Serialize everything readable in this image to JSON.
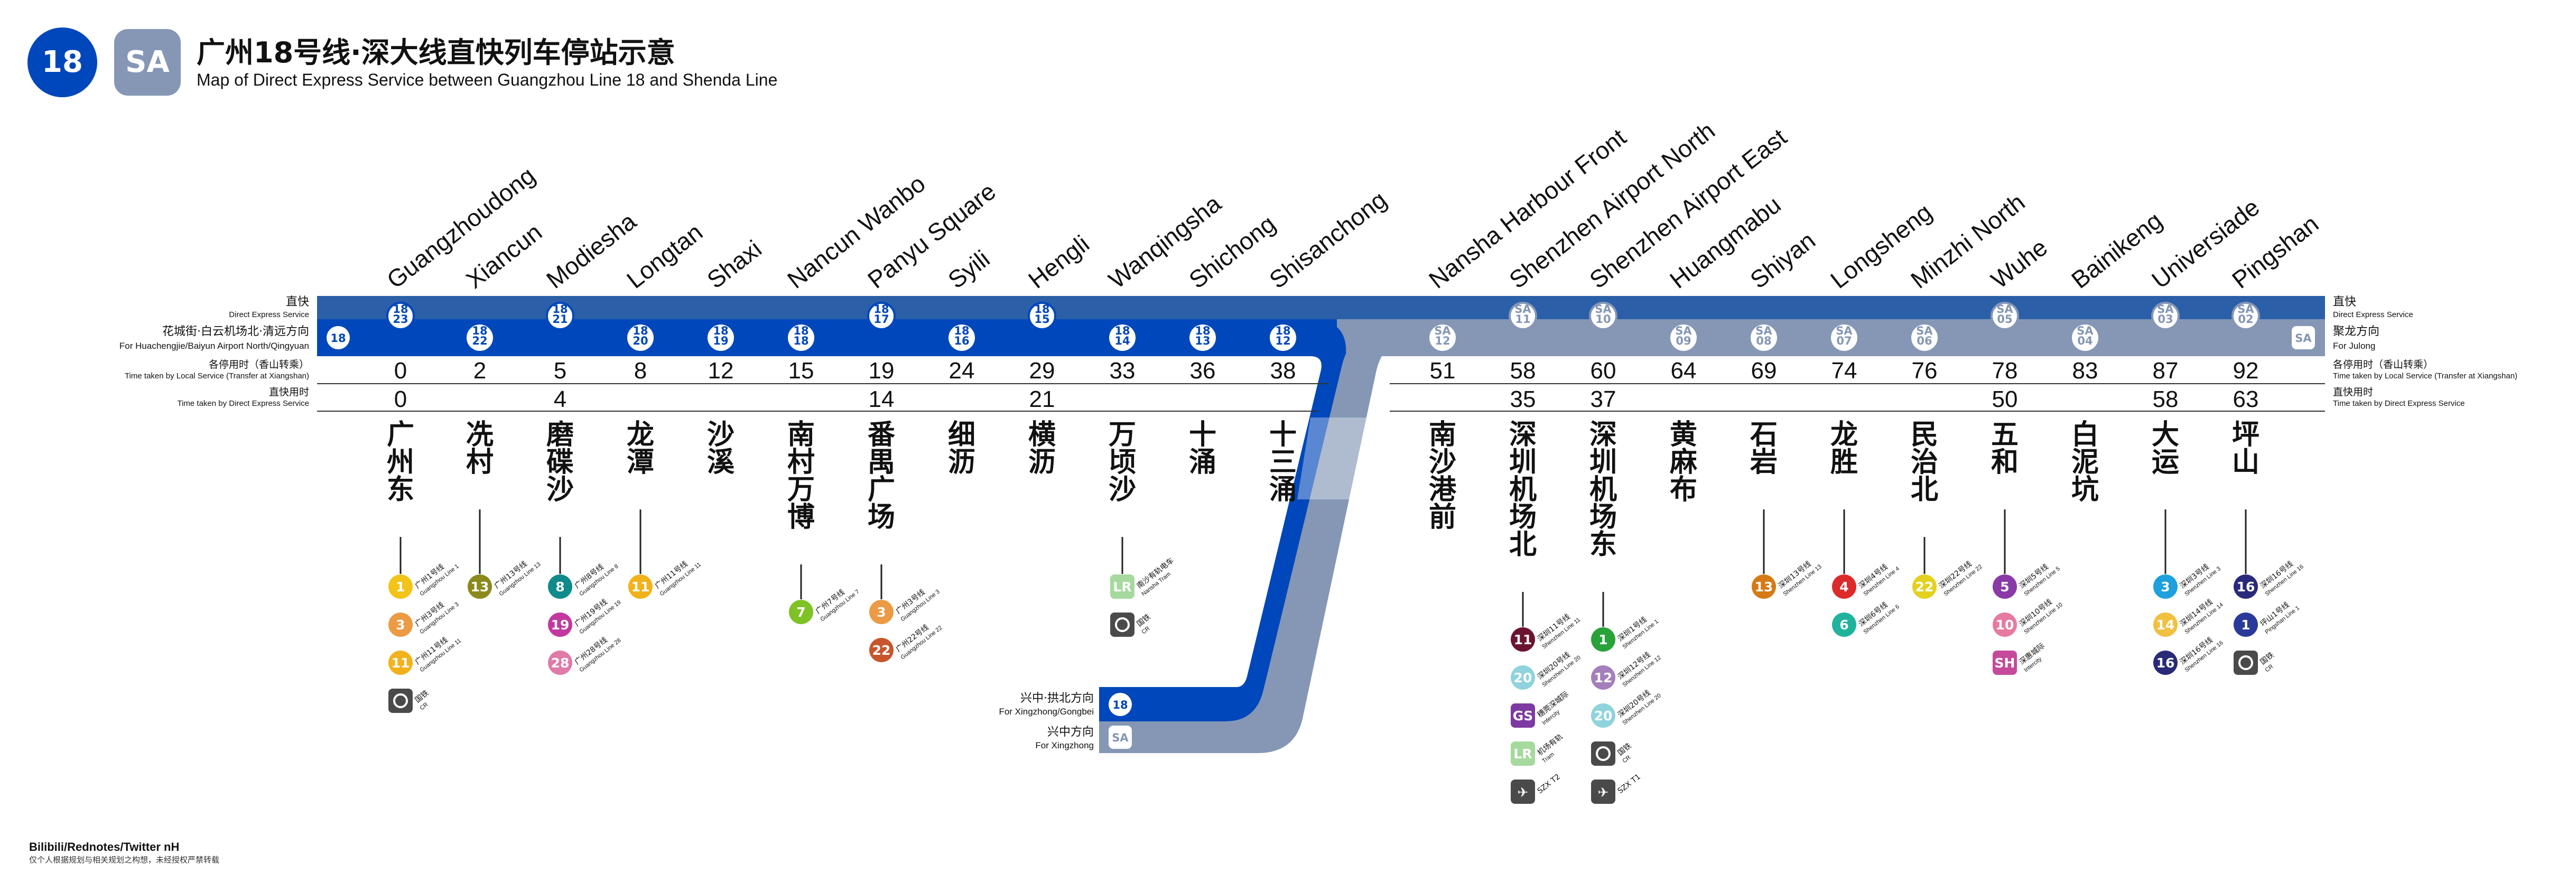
{
  "header": {
    "badge_18": "18",
    "badge_sa": "SA",
    "title": "广州18号线·深大线直快列车停站示意",
    "subtitle": "Map of Direct Express Service between Guangzhou Line 18 and Shenda Line"
  },
  "colors": {
    "line18": "#0047bb",
    "lineSA": "#8597b5",
    "express_band": "#2b5fa8"
  },
  "left_labels": {
    "express_cn": "直快",
    "express_en": "Direct Express Service",
    "dir_cn": "花城街·白云机场北·清远方向",
    "dir_en": "For Huachengjie/Baiyun Airport North/Qingyuan",
    "local_time_cn": "各停用时（香山转乘）",
    "local_time_en": "Time taken by Local Service (Transfer at Xiangshan)",
    "express_time_cn": "直快用时",
    "express_time_en": "Time taken by Direct Express Service"
  },
  "right_labels": {
    "express_cn": "直快",
    "express_en": "Direct Express Service",
    "dir_cn": "聚龙方向",
    "dir_en": "For Julong",
    "local_time_cn": "各停用时（香山转乘）",
    "local_time_en": "Time taken by Local Service (Transfer at Xiangshan)",
    "express_time_cn": "直快用时",
    "express_time_en": "Time taken by Direct Express Service"
  },
  "branch_labels": {
    "top_cn": "兴中·拱北方向",
    "top_en": "For Xingzhong/Gongbei",
    "bottom_cn": "兴中方向",
    "bottom_en": "For Xingzhong",
    "badge_18": "18",
    "badge_sa": "SA"
  },
  "stations": [
    {
      "en": "Guangzhoudong",
      "cn": "广州东",
      "line": "18",
      "code": "23",
      "local": "0",
      "express": "0",
      "stop": true,
      "transfers": [
        {
          "label": "1",
          "color": "#f2c419",
          "cn": "广州1号线",
          "en": "Guangzhou Line 1"
        },
        {
          "label": "3",
          "color": "#ec9a44",
          "cn": "广州3号线",
          "en": "Guangzhou Line 3"
        },
        {
          "label": "11",
          "color": "#f2b21c",
          "cn": "广州11号线",
          "en": "Guangzhou Line 11"
        },
        {
          "label": "rail-icon",
          "color": "#4a4a4a",
          "cn": "国铁",
          "en": "CR"
        }
      ]
    },
    {
      "en": "Xiancun",
      "cn": "冼村",
      "line": "18",
      "code": "22",
      "local": "2",
      "express": "",
      "stop": false,
      "transfers": [
        {
          "label": "13",
          "color": "#8a8a1e",
          "cn": "广州13号线",
          "en": "Guangzhou Line 13"
        }
      ]
    },
    {
      "en": "Modiesha",
      "cn": "磨碟沙",
      "line": "18",
      "code": "21",
      "local": "5",
      "express": "4",
      "stop": true,
      "transfers": [
        {
          "label": "8",
          "color": "#108a8a",
          "cn": "广州8号线",
          "en": "Guangzhou Line 8"
        },
        {
          "label": "19",
          "color": "#c3389e",
          "cn": "广州19号线",
          "en": "Guangzhou Line 19"
        },
        {
          "label": "28",
          "color": "#e07aa8",
          "cn": "广州28号线",
          "en": "Guangzhou Line 28"
        }
      ]
    },
    {
      "en": "Longtan",
      "cn": "龙潭",
      "line": "18",
      "code": "20",
      "local": "8",
      "express": "",
      "stop": false,
      "transfers": [
        {
          "label": "11",
          "color": "#f2b21c",
          "cn": "广州11号线",
          "en": "Guangzhou Line 11"
        }
      ]
    },
    {
      "en": "Shaxi",
      "cn": "沙溪",
      "line": "18",
      "code": "19",
      "local": "12",
      "express": "",
      "stop": false,
      "transfers": []
    },
    {
      "en": "Nancun Wanbo",
      "cn": "南村万博",
      "line": "18",
      "code": "18",
      "local": "15",
      "express": "",
      "stop": false,
      "transfers": [
        {
          "label": "7",
          "color": "#7ec225",
          "cn": "广州7号线",
          "en": "Guangzhou Line 7"
        }
      ]
    },
    {
      "en": "Panyu Square",
      "cn": "番禺广场",
      "line": "18",
      "code": "17",
      "local": "19",
      "express": "14",
      "stop": true,
      "transfers": [
        {
          "label": "3",
          "color": "#ec9a44",
          "cn": "广州3号线",
          "en": "Guangzhou Line 3"
        },
        {
          "label": "22",
          "color": "#c8552b",
          "cn": "广州22号线",
          "en": "Guangzhou Line 22"
        }
      ]
    },
    {
      "en": "Syili",
      "cn": "细沥",
      "line": "18",
      "code": "16",
      "local": "24",
      "express": "",
      "stop": false,
      "transfers": []
    },
    {
      "en": "Hengli",
      "cn": "横沥",
      "line": "18",
      "code": "15",
      "local": "29",
      "express": "21",
      "stop": true,
      "transfers": []
    },
    {
      "en": "Wanqingsha",
      "cn": "万顷沙",
      "line": "18",
      "code": "14",
      "local": "33",
      "express": "",
      "stop": false,
      "transfers": [
        {
          "label": "LR",
          "color": "#a6d99e",
          "cn": "南沙有轨电车",
          "en": "Nansha Tram"
        },
        {
          "label": "rail-icon",
          "color": "#4a4a4a",
          "cn": "国铁",
          "en": "CR"
        }
      ]
    },
    {
      "en": "Shichong",
      "cn": "十涌",
      "line": "18",
      "code": "13",
      "local": "36",
      "express": "",
      "stop": false,
      "transfers": []
    },
    {
      "en": "Shisanchong",
      "cn": "十三涌",
      "line": "18",
      "code": "12",
      "local": "38",
      "express": "",
      "stop": false,
      "transfers": []
    },
    {
      "en": "Nansha Harbour Front",
      "cn": "南沙港前",
      "line": "SA",
      "code": "12",
      "local": "51",
      "express": "",
      "stop": false,
      "transfers": []
    },
    {
      "en": "Shenzhen Airport North",
      "cn": "深圳机场北",
      "line": "SA",
      "code": "11",
      "local": "58",
      "express": "35",
      "stop": true,
      "transfers": [
        {
          "label": "11",
          "color": "#6b1430",
          "cn": "深圳11号线",
          "en": "Shenzhen Line 11"
        },
        {
          "label": "20",
          "color": "#8fd3dc",
          "cn": "深圳20号线",
          "en": "Shenzhen Line 20"
        },
        {
          "label": "GS",
          "color": "#7d3aa1",
          "cn": "穗莞深城际",
          "en": "Intercity"
        },
        {
          "label": "LR",
          "color": "#a6d99e",
          "cn": "机场有轨",
          "en": "Tram"
        },
        {
          "label": "plane-icon",
          "color": "#4a4a4a",
          "cn": "SZX T2",
          "en": ""
        }
      ]
    },
    {
      "en": "Shenzhen Airport East",
      "cn": "深圳机场东",
      "line": "SA",
      "code": "10",
      "local": "60",
      "express": "37",
      "stop": true,
      "transfers": [
        {
          "label": "1",
          "color": "#2aa23a",
          "cn": "深圳1号线",
          "en": "Shenzhen Line 1"
        },
        {
          "label": "12",
          "color": "#a47fbb",
          "cn": "深圳12号线",
          "en": "Shenzhen Line 12"
        },
        {
          "label": "20",
          "color": "#8fd3dc",
          "cn": "深圳20号线",
          "en": "Shenzhen Line 20"
        },
        {
          "label": "rail-icon",
          "color": "#4a4a4a",
          "cn": "国铁",
          "en": "CR"
        },
        {
          "label": "plane-icon",
          "color": "#4a4a4a",
          "cn": "SZX T1",
          "en": ""
        }
      ]
    },
    {
      "en": "Huangmabu",
      "cn": "黄麻布",
      "line": "SA",
      "code": "09",
      "local": "64",
      "express": "",
      "stop": false,
      "transfers": []
    },
    {
      "en": "Shiyan",
      "cn": "石岩",
      "line": "SA",
      "code": "08",
      "local": "69",
      "express": "",
      "stop": false,
      "transfers": [
        {
          "label": "13",
          "color": "#d57a16",
          "cn": "深圳13号线",
          "en": "Shenzhen Line 13"
        }
      ]
    },
    {
      "en": "Longsheng",
      "cn": "龙胜",
      "line": "SA",
      "code": "07",
      "local": "74",
      "express": "",
      "stop": false,
      "transfers": [
        {
          "label": "4",
          "color": "#dd2a2a",
          "cn": "深圳4号线",
          "en": "Shenzhen Line 4"
        },
        {
          "label": "6",
          "color": "#1fb39e",
          "cn": "深圳6号线",
          "en": "Shenzhen Line 6"
        }
      ]
    },
    {
      "en": "Minzhi North",
      "cn": "民治北",
      "line": "SA",
      "code": "06",
      "local": "76",
      "express": "",
      "stop": false,
      "transfers": [
        {
          "label": "22",
          "color": "#e4d11e",
          "cn": "深圳22号线",
          "en": "Shenzhen Line 22"
        }
      ]
    },
    {
      "en": "Wuhe",
      "cn": "五和",
      "line": "SA",
      "code": "05",
      "local": "78",
      "express": "50",
      "stop": true,
      "transfers": [
        {
          "label": "5",
          "color": "#8a3aa6",
          "cn": "深圳5号线",
          "en": "Shenzhen Line 5"
        },
        {
          "label": "10",
          "color": "#e77aa0",
          "cn": "深圳10号线",
          "en": "Shenzhen Line 10"
        },
        {
          "label": "SH",
          "color": "#c54a9b",
          "cn": "深惠城际",
          "en": "Intercity"
        }
      ]
    },
    {
      "en": "Bainikeng",
      "cn": "白泥坑",
      "line": "SA",
      "code": "04",
      "local": "83",
      "express": "",
      "stop": false,
      "transfers": []
    },
    {
      "en": "Universiade",
      "cn": "大运",
      "line": "SA",
      "code": "03",
      "local": "87",
      "express": "58",
      "stop": true,
      "transfers": [
        {
          "label": "3",
          "color": "#1da0dc",
          "cn": "深圳3号线",
          "en": "Shenzhen Line 3"
        },
        {
          "label": "14",
          "color": "#f0c040",
          "cn": "深圳14号线",
          "en": "Shenzhen Line 14"
        },
        {
          "label": "16",
          "color": "#2a2a7a",
          "cn": "深圳16号线",
          "en": "Shenzhen Line 16"
        }
      ]
    },
    {
      "en": "Pingshan",
      "cn": "坪山",
      "line": "SA",
      "code": "02",
      "local": "92",
      "express": "63",
      "stop": true,
      "transfers": [
        {
          "label": "16",
          "color": "#2a2a7a",
          "cn": "深圳16号线",
          "en": "Shenzhen Line 16"
        },
        {
          "label": "1",
          "color": "#2a3a9a",
          "cn": "坪山1号线",
          "en": "Pingshan Line 1"
        },
        {
          "label": "rail-icon",
          "color": "#4a4a4a",
          "cn": "国铁",
          "en": "CR"
        }
      ]
    }
  ],
  "footer": {
    "credit": "Bilibili/Rednotes/Twitter nH",
    "note": "仅个人根据规划与相关规划之构想，未经授权严禁转载"
  }
}
